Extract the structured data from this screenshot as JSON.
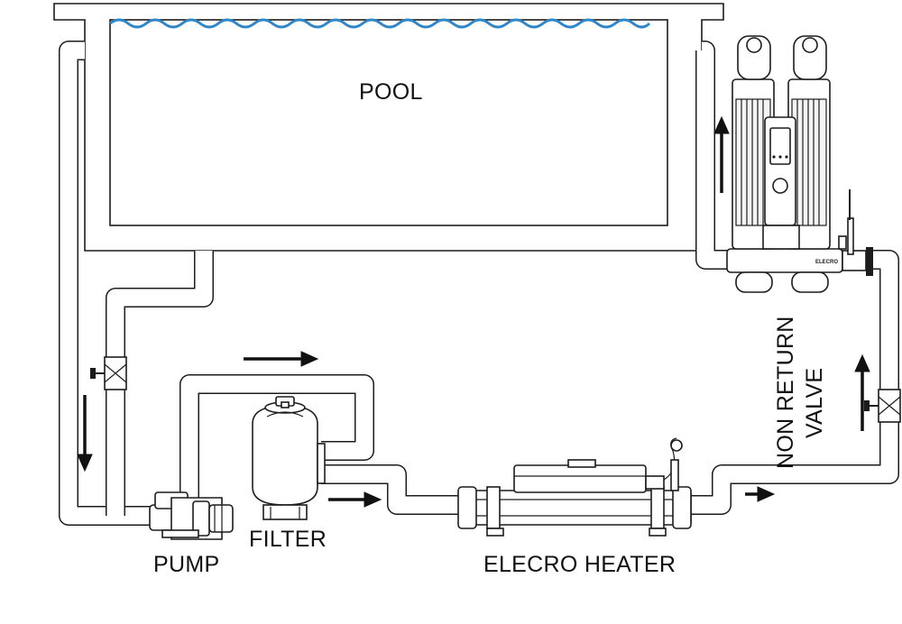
{
  "labels": {
    "pool": "POOL",
    "filter": "FILTER",
    "pump": "PUMP",
    "heater": "ELECRO HEATER",
    "valve_line1": "NON RETURN",
    "valve_line2": "VALVE",
    "brand_mark": "ELECRO"
  },
  "colors": {
    "water": "#2f86c8",
    "line": "#1c1c1c",
    "arrow": "#111111"
  },
  "icons": {
    "flow_arrows": "arrow-icon",
    "valves": "gate-valve-icon"
  }
}
